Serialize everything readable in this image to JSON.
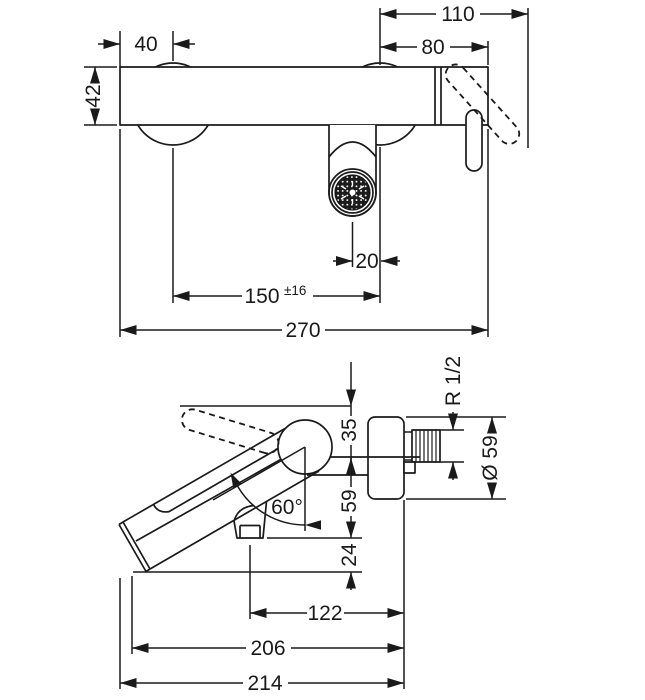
{
  "drawing": {
    "kind": "technical dimensional drawing, two orthographic views of a wall-mounted single-lever mixer tap",
    "colors": {
      "line": "#1a1a1a",
      "background": "#ffffff"
    },
    "front": {
      "d110": "110",
      "d80": "80",
      "d40": "40",
      "d42": "42",
      "d20": "20",
      "d150": "150",
      "d150_tol": "±16",
      "d270": "270"
    },
    "side": {
      "d35": "35",
      "d59": "59",
      "d24": "24",
      "d_dia": "Ø 59",
      "d_thread": "R 1/2",
      "d_angle": "60°",
      "d122": "122",
      "d206": "206",
      "d214": "214"
    }
  }
}
